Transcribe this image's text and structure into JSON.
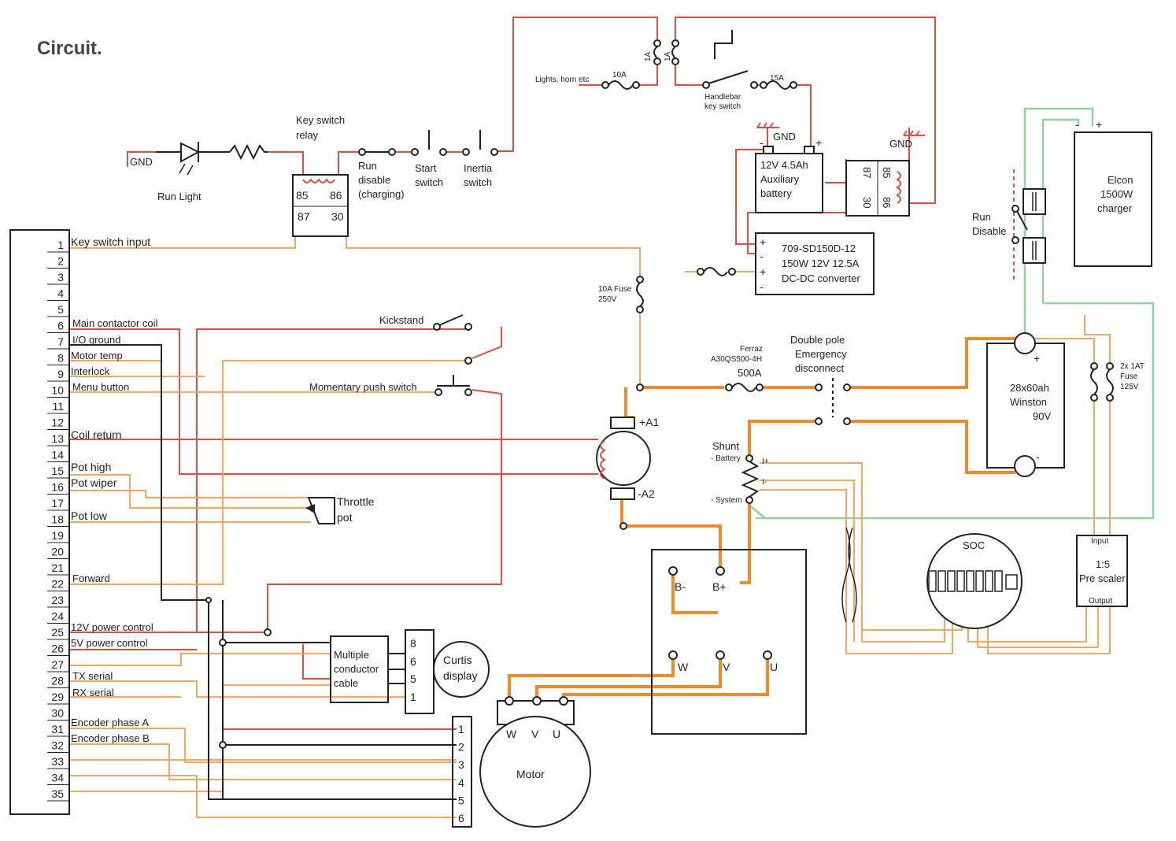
{
  "title": "Circuit.",
  "controller_pins": [
    "1",
    "2",
    "3",
    "4",
    "5",
    "6",
    "7",
    "8",
    "9",
    "10",
    "11",
    "12",
    "13",
    "14",
    "15",
    "16",
    "17",
    "18",
    "19",
    "20",
    "21",
    "22",
    "23",
    "24",
    "25",
    "26",
    "27",
    "28",
    "29",
    "30",
    "31",
    "32",
    "33",
    "34",
    "35"
  ],
  "pin_labels": {
    "p1": "Key switch input",
    "p6": "Main contactor coil",
    "p7": "I/O ground",
    "p8": "Motor temp",
    "p9": "Interlock",
    "p10": "Menu button",
    "p13": "Coil return",
    "p15": "Pot high",
    "p16": "Pot wiper",
    "p18": "Pot low",
    "p22": "Forward",
    "p25": "12V power control",
    "p26": "5V power control",
    "p28": "TX serial",
    "p29": "RX serial",
    "p31": "Encoder phase A",
    "p32": "Encoder phase B"
  },
  "top": {
    "gnd_left": "GND",
    "run_light": "Run Light",
    "key_switch_relay": [
      "Key switch",
      "relay"
    ],
    "relay_pins": [
      "85",
      "86",
      "87",
      "30"
    ],
    "run_disable": [
      "Run",
      "disable",
      "(charging)"
    ],
    "start_switch": [
      "Start",
      "switch"
    ],
    "inertia_switch": [
      "Inertia",
      "switch"
    ],
    "lights_horn": "Lights, horn etc",
    "fuse_10a": "10A",
    "fuse_1a_a": "1A",
    "fuse_1a_b": "1A",
    "handlebar_key": [
      "Handlebar",
      "key switch"
    ],
    "fuse_15a": "15A"
  },
  "aux": {
    "gnd1": "GND",
    "gnd2": "GND",
    "minus": "-",
    "plus": "+",
    "battery": [
      "12V 4.5Ah",
      "Auxiliary",
      "battery"
    ],
    "relay2_pins": [
      "87",
      "85",
      "30",
      "86"
    ],
    "dcdc": [
      "709-SD150D-12",
      "150W 12V 12.5A",
      "DC-DC converter"
    ],
    "dcdc_signs": [
      "+",
      "-",
      "+",
      "-"
    ]
  },
  "charger": {
    "label": [
      "Elcon",
      "1500W",
      "charger"
    ],
    "minus": "-",
    "plus": "+",
    "run_disable": [
      "Run",
      "Disable"
    ]
  },
  "middle": {
    "kickstand": "Kickstand",
    "momentary": "Momentary push switch",
    "throttle": [
      "Throttle",
      "pot"
    ],
    "fuse10": [
      "10A Fuse",
      "250V"
    ],
    "ferraz": [
      "Ferraz",
      "A30QS500-4H"
    ],
    "fuse500": "500A",
    "disconnect": [
      "Double pole",
      "Emergency",
      "disconnect"
    ],
    "a1": "+A1",
    "a2": "-A2",
    "shunt": "Shunt",
    "shunt_battery": "- Battery",
    "shunt_system": "- System",
    "shunt_iplus": "I+",
    "shunt_iminus": "I-"
  },
  "battery": {
    "label": [
      "28x60ah",
      "Winston",
      "90V"
    ],
    "plus": "+",
    "minus": "-",
    "fuse": [
      "2x 1AT",
      "Fuse",
      "125V"
    ]
  },
  "controller_box": {
    "bminus": "B-",
    "bplus": "B+",
    "w": "W",
    "v": "V",
    "u": "U"
  },
  "soc": {
    "label": "SOC",
    "prescaler": [
      "Input",
      "1:5",
      "Pre scaler",
      "Output"
    ]
  },
  "cable": {
    "label": [
      "Multiple",
      "conductor",
      "cable"
    ],
    "pins": [
      "8",
      "6",
      "5",
      "1"
    ],
    "curtis": [
      "Curtis",
      "display"
    ]
  },
  "motor": {
    "label": "Motor",
    "phases": [
      "W",
      "V",
      "U"
    ],
    "pins": [
      "1",
      "2",
      "3",
      "4",
      "5",
      "6"
    ]
  },
  "colors": {
    "orange": "#f0a860",
    "orange_heavy": "#ee8a2a",
    "red": "#d9503e",
    "black": "#222222",
    "green": "#8fd39a"
  }
}
